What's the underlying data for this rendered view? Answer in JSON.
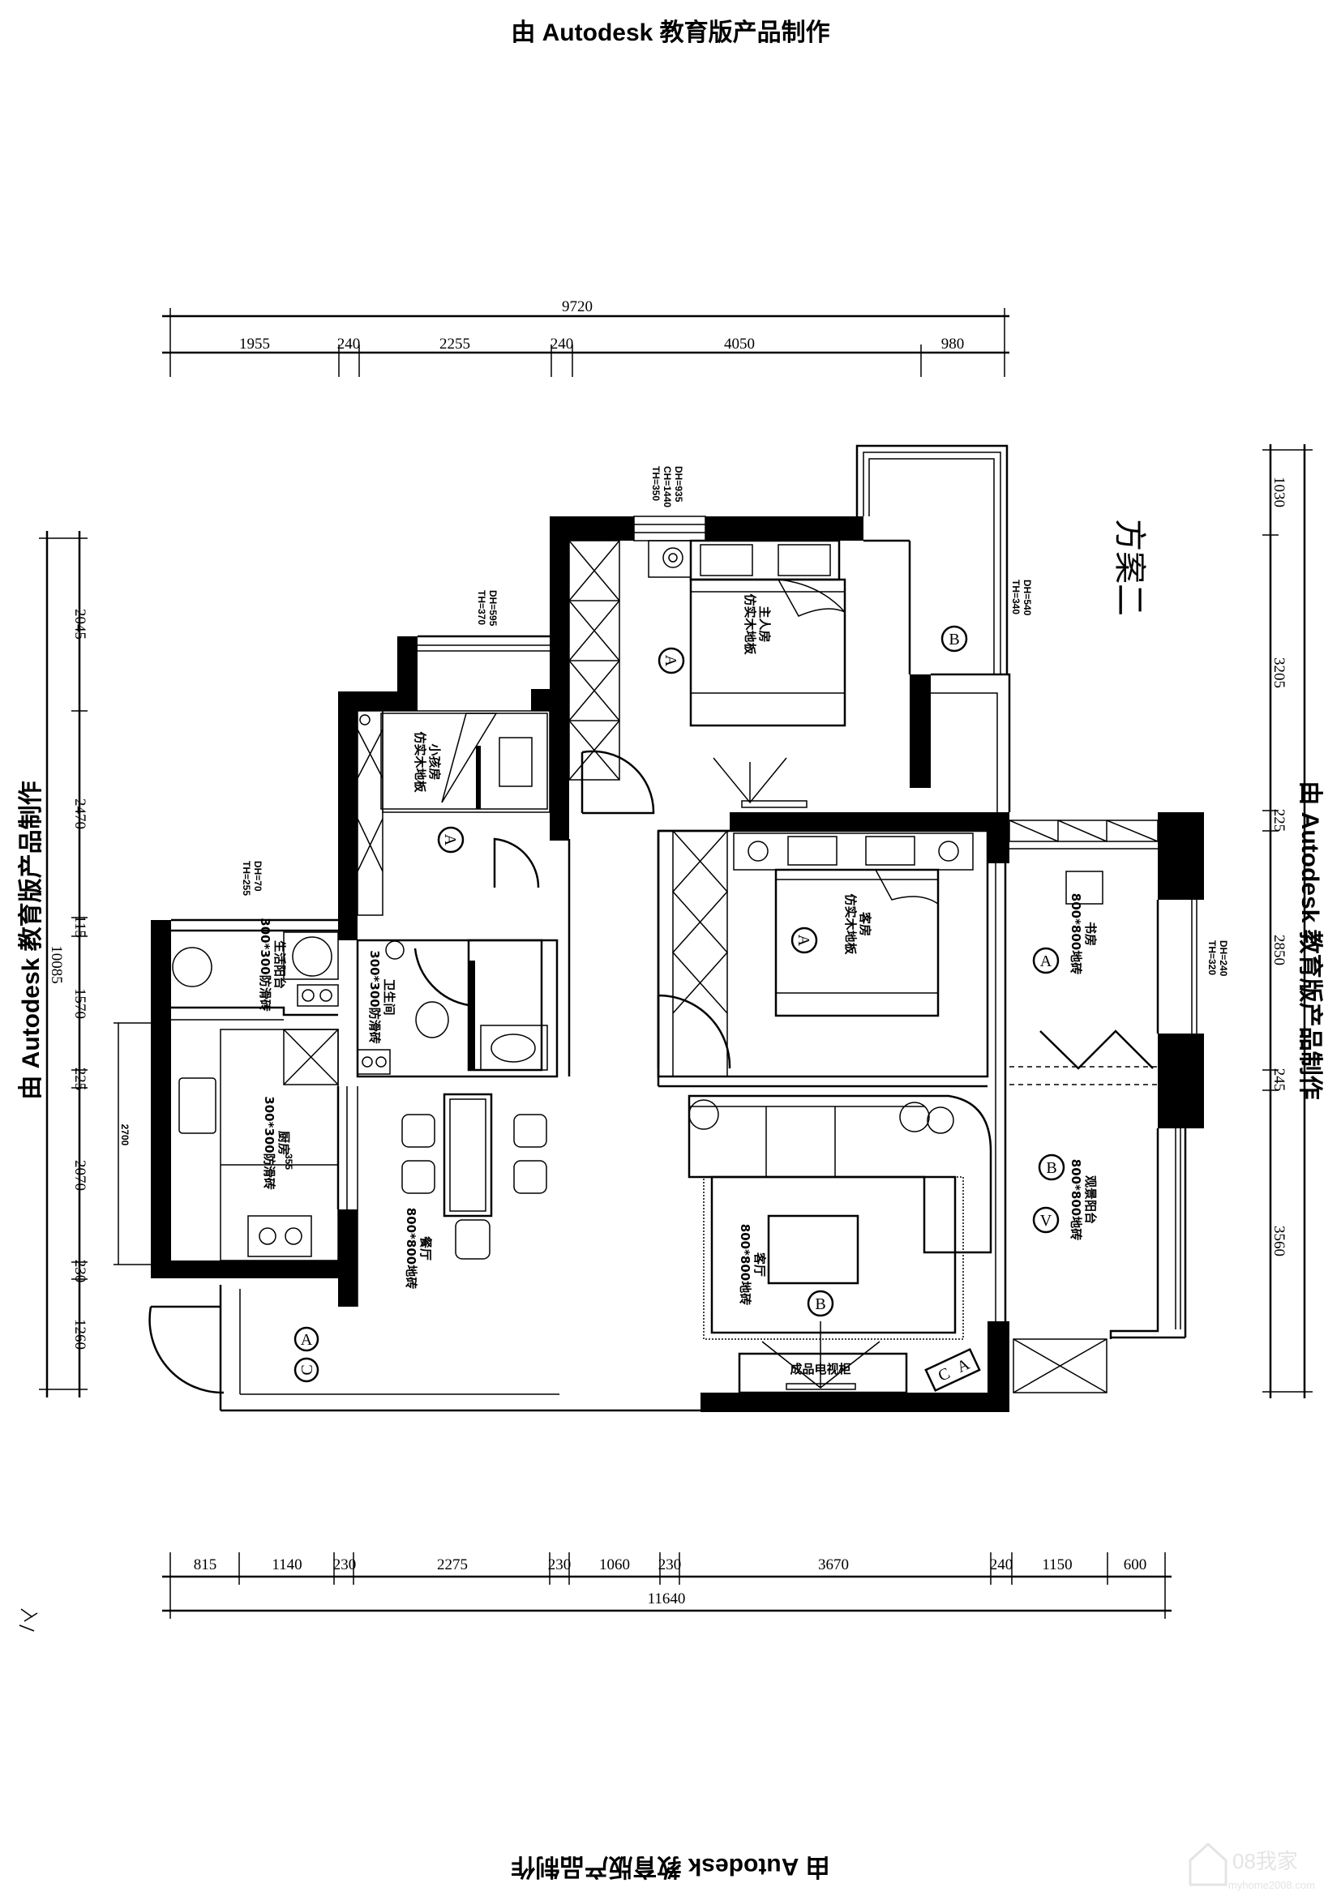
{
  "watermark": {
    "text": "由 Autodesk 教育版产品制作"
  },
  "scheme_title": "方案二",
  "dims": {
    "top_total": "9720",
    "top": [
      "1955",
      "240",
      "2255",
      "240",
      "4050",
      "980"
    ],
    "bottom": [
      "815",
      "1140",
      "230",
      "2275",
      "230",
      "1060",
      "230",
      "3670",
      "240",
      "1150",
      "600"
    ],
    "bottom_total": "11640",
    "left": [
      "2045",
      "2470",
      "115",
      "1570",
      "225",
      "2070",
      "230",
      "1260"
    ],
    "left_total": "10085",
    "right": [
      "1030",
      "3205",
      "225",
      "2850",
      "245",
      "3560"
    ],
    "kitchen_inner": "2700"
  },
  "rooms": {
    "master": {
      "name": "主人房",
      "floor": "仿实木地板"
    },
    "child": {
      "name": "小孩房",
      "floor": "仿实木地板"
    },
    "guest": {
      "name": "客房",
      "floor": "仿实木地板"
    },
    "study": {
      "name": "书房",
      "floor": "800*800地砖"
    },
    "view_balcony": {
      "name": "观景阳台",
      "floor": "800*800地砖"
    },
    "living": {
      "name": "客厅",
      "floor": "800*800地砖"
    },
    "dining": {
      "name": "餐厅",
      "floor": "800*800地砖"
    },
    "bath": {
      "name": "卫生间",
      "floor": "300*300防滑砖"
    },
    "service_balcony": {
      "name": "生活阳台",
      "floor": "300*300防滑砖"
    },
    "kitchen": {
      "name": "厨房",
      "floor": "300*300防滑砖"
    }
  },
  "furniture": {
    "tv_cabinet": "成品电视柜",
    "kitchen_mark": "355"
  },
  "annotations": {
    "master_window": [
      "DH=935",
      "CH=1440",
      "TH=350"
    ],
    "balcony_window": [
      "DH=540",
      "TH=340"
    ],
    "child_window": [
      "DH=595",
      "TH=370"
    ],
    "service_window": [
      "DH=70",
      "TH=255"
    ],
    "study_window": [
      "DH=240",
      "TH=320"
    ]
  },
  "markers": {
    "a": "A",
    "b": "B",
    "c": "C",
    "v": "V"
  },
  "logo": {
    "name": "08我家",
    "url": "myhome2008.com"
  }
}
